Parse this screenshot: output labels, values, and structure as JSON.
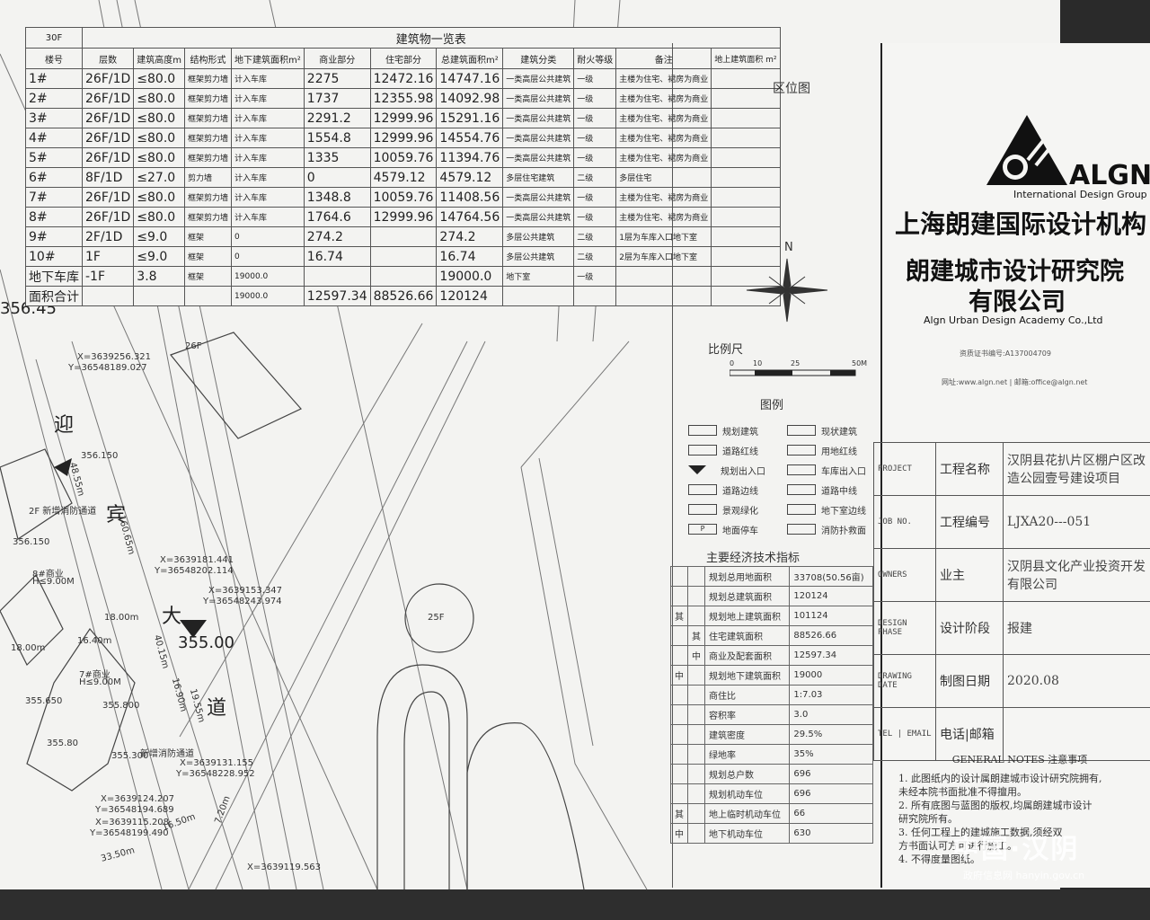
{
  "table": {
    "title": "建筑物一览表",
    "corner": "30F",
    "headers": {
      "no": "楼号",
      "floors": "层数",
      "height": "建筑高度m",
      "structure": "结构形式",
      "underground": "地下建筑面积m²",
      "above": "地上建筑面积 m²",
      "commercial": "商业部分",
      "residential": "住宅部分",
      "total": "总建筑面积m²",
      "category": "建筑分类",
      "fire": "耐火等级",
      "remark": "备注"
    },
    "rows": [
      {
        "no": "1#",
        "floors": "26F/1D",
        "height": "≤80.0",
        "structure": "框架剪力墙",
        "under": "计入车库",
        "com": "2275",
        "res": "12472.16",
        "total": "14747.16",
        "cat": "一类高层公共建筑",
        "fire": "一级",
        "remark": "主楼为住宅、裙房为商业"
      },
      {
        "no": "2#",
        "floors": "26F/1D",
        "height": "≤80.0",
        "structure": "框架剪力墙",
        "under": "计入车库",
        "com": "1737",
        "res": "12355.98",
        "total": "14092.98",
        "cat": "一类高层公共建筑",
        "fire": "一级",
        "remark": "主楼为住宅、裙房为商业"
      },
      {
        "no": "3#",
        "floors": "26F/1D",
        "height": "≤80.0",
        "structure": "框架剪力墙",
        "under": "计入车库",
        "com": "2291.2",
        "res": "12999.96",
        "total": "15291.16",
        "cat": "一类高层公共建筑",
        "fire": "一级",
        "remark": "主楼为住宅、裙房为商业"
      },
      {
        "no": "4#",
        "floors": "26F/1D",
        "height": "≤80.0",
        "structure": "框架剪力墙",
        "under": "计入车库",
        "com": "1554.8",
        "res": "12999.96",
        "total": "14554.76",
        "cat": "一类高层公共建筑",
        "fire": "一级",
        "remark": "主楼为住宅、裙房为商业"
      },
      {
        "no": "5#",
        "floors": "26F/1D",
        "height": "≤80.0",
        "structure": "框架剪力墙",
        "under": "计入车库",
        "com": "1335",
        "res": "10059.76",
        "total": "11394.76",
        "cat": "一类高层公共建筑",
        "fire": "一级",
        "remark": "主楼为住宅、裙房为商业"
      },
      {
        "no": "6#",
        "floors": "8F/1D",
        "height": "≤27.0",
        "structure": "剪力墙",
        "under": "计入车库",
        "com": "0",
        "res": "4579.12",
        "total": "4579.12",
        "cat": "多层住宅建筑",
        "fire": "二级",
        "remark": "多层住宅"
      },
      {
        "no": "7#",
        "floors": "26F/1D",
        "height": "≤80.0",
        "structure": "框架剪力墙",
        "under": "计入车库",
        "com": "1348.8",
        "res": "10059.76",
        "total": "11408.56",
        "cat": "一类高层公共建筑",
        "fire": "一级",
        "remark": "主楼为住宅、裙房为商业"
      },
      {
        "no": "8#",
        "floors": "26F/1D",
        "height": "≤80.0",
        "structure": "框架剪力墙",
        "under": "计入车库",
        "com": "1764.6",
        "res": "12999.96",
        "total": "14764.56",
        "cat": "一类高层公共建筑",
        "fire": "一级",
        "remark": "主楼为住宅、裙房为商业"
      },
      {
        "no": "9#",
        "floors": "2F/1D",
        "height": "≤9.0",
        "structure": "框架",
        "under": "0",
        "com": "274.2",
        "res": "",
        "total": "274.2",
        "cat": "多层公共建筑",
        "fire": "二级",
        "remark": "1层为车库入口地下室"
      },
      {
        "no": "10#",
        "floors": "1F",
        "height": "≤9.0",
        "structure": "框架",
        "under": "0",
        "com": "16.74",
        "res": "",
        "total": "16.74",
        "cat": "多层公共建筑",
        "fire": "二级",
        "remark": "2层为车库入口地下室"
      },
      {
        "no": "地下车库",
        "floors": "-1F",
        "height": "3.8",
        "structure": "框架",
        "under": "19000.0",
        "com": "",
        "res": "",
        "total": "19000.0",
        "cat": "地下室",
        "fire": "一级",
        "remark": ""
      },
      {
        "no": "面积合计",
        "floors": "",
        "height": "",
        "structure": "",
        "under": "19000.0",
        "com": "12597.34",
        "res": "88526.66",
        "total": "120124",
        "cat": "",
        "fire": "",
        "remark": ""
      }
    ]
  },
  "panel": {
    "location_title": "区位图",
    "north": "N",
    "scale_title": "比例尺",
    "scale_ticks": [
      "0",
      "10",
      "25",
      "50M"
    ],
    "legend_title": "图例",
    "legend": [
      [
        "规划建筑",
        "现状建筑"
      ],
      [
        "道路红线",
        "用地红线"
      ],
      [
        "规划出入口",
        "车库出入口"
      ],
      [
        "道路边线",
        "道路中线"
      ],
      [
        "景观绿化",
        "地下室边线"
      ],
      [
        "地面停车",
        "消防扑救面"
      ]
    ],
    "legend_p": "P",
    "econ_title": "主要经济技术指标",
    "econ": [
      {
        "k": "规划总用地面积",
        "v": "33708(50.56亩)"
      },
      {
        "k": "规划总建筑面积",
        "v": "120124"
      },
      {
        "k": "规划地上建筑面积",
        "v": "101124",
        "g": "其"
      },
      {
        "k": "住宅建筑面积",
        "v": "88526.66",
        "g2": "其"
      },
      {
        "k": "商业及配套面积",
        "v": "12597.34",
        "g2": "中"
      },
      {
        "k": "规划地下建筑面积",
        "v": "19000",
        "g": "中"
      },
      {
        "k": "商住比",
        "v": "1:7.03"
      },
      {
        "k": "容积率",
        "v": "3.0"
      },
      {
        "k": "建筑密度",
        "v": "29.5%"
      },
      {
        "k": "绿地率",
        "v": "35%"
      },
      {
        "k": "规划总户数",
        "v": "696"
      },
      {
        "k": "规划机动车位",
        "v": "696"
      },
      {
        "k": "地上临时机动车位",
        "v": "66",
        "g": "其"
      },
      {
        "k": "地下机动车位",
        "v": "630",
        "g": "中"
      }
    ]
  },
  "company": {
    "logo_text": "ALGN",
    "logo_sub": "International Design Group",
    "name1": "上海朗建国际设计机构",
    "name2": "朗建城市设计研究院",
    "name3": "有限公司",
    "name_en": "Algn Urban Design Academy Co.,Ltd",
    "cert": "资质证书编号:A137004709",
    "web": "网址:www.algn.net | 邮箱:office@algn.net"
  },
  "project": [
    {
      "en": "PROJECT",
      "cn": "工程名称",
      "val": "汉阴县花扒片区棚户区改造公园壹号建设项目"
    },
    {
      "en": "JOB NO.",
      "cn": "工程编号",
      "val": "LJXA20---051"
    },
    {
      "en": "OWNERS",
      "cn": "业主",
      "val": "汉阴县文化产业投资开发有限公司"
    },
    {
      "en": "DESIGN PHASE",
      "cn": "设计阶段",
      "val": "报建"
    },
    {
      "en": "DRAWING DATE",
      "cn": "制图日期",
      "val": "2020.08"
    },
    {
      "en": "TEL | EMAIL",
      "cn": "电话|邮箱",
      "val": ""
    }
  ],
  "notes": {
    "title": "GENERAL NOTES 注意事项",
    "lines": [
      "1. 此图纸内的设计属朗建城市设计研究院拥有,",
      "未经本院书面批准不得擅用。",
      "2. 所有底图与蓝图的版权,均属朗建城市设计",
      "研究院所有。",
      "3. 任何工程上的建城施工数据,须经双",
      "方书面认可方可进行施工。",
      "4. 不得度量图纸。"
    ]
  },
  "site": {
    "elev1": "356.45",
    "elev2": "355.00",
    "road_chars": [
      "迎",
      "宾",
      "大",
      "道"
    ],
    "coords": [
      "X=3639256.321",
      "Y=36548189.027",
      "X=3639181.441",
      "Y=36548202.114",
      "X=3639153.347",
      "Y=36548243.974",
      "X=3639131.155",
      "Y=36548228.952",
      "X=3639124.207",
      "Y=36548194.689",
      "X=3639115.208",
      "Y=36548199.490",
      "X=3639119.563"
    ],
    "b26": "26F",
    "b25": "25F",
    "labels": [
      "2F 新增消防通道",
      "8#商业",
      "H≤9.00M",
      "7#商业",
      "H≤9.00M",
      "新增消防通道",
      "356.150",
      "356.150",
      "355.650",
      "355.800",
      "355.300",
      "355.80"
    ],
    "dims": [
      "48.55m",
      "160.65m",
      "16.40m",
      "18.00m",
      "40.15m",
      "16.90m",
      "19.55m",
      "18.00m",
      "16.50m",
      "7.20m",
      "33.50m"
    ]
  },
  "watermark": {
    "main": "中国·汉阴",
    "sub": "政府信息网 hanyin.gov.cn"
  }
}
